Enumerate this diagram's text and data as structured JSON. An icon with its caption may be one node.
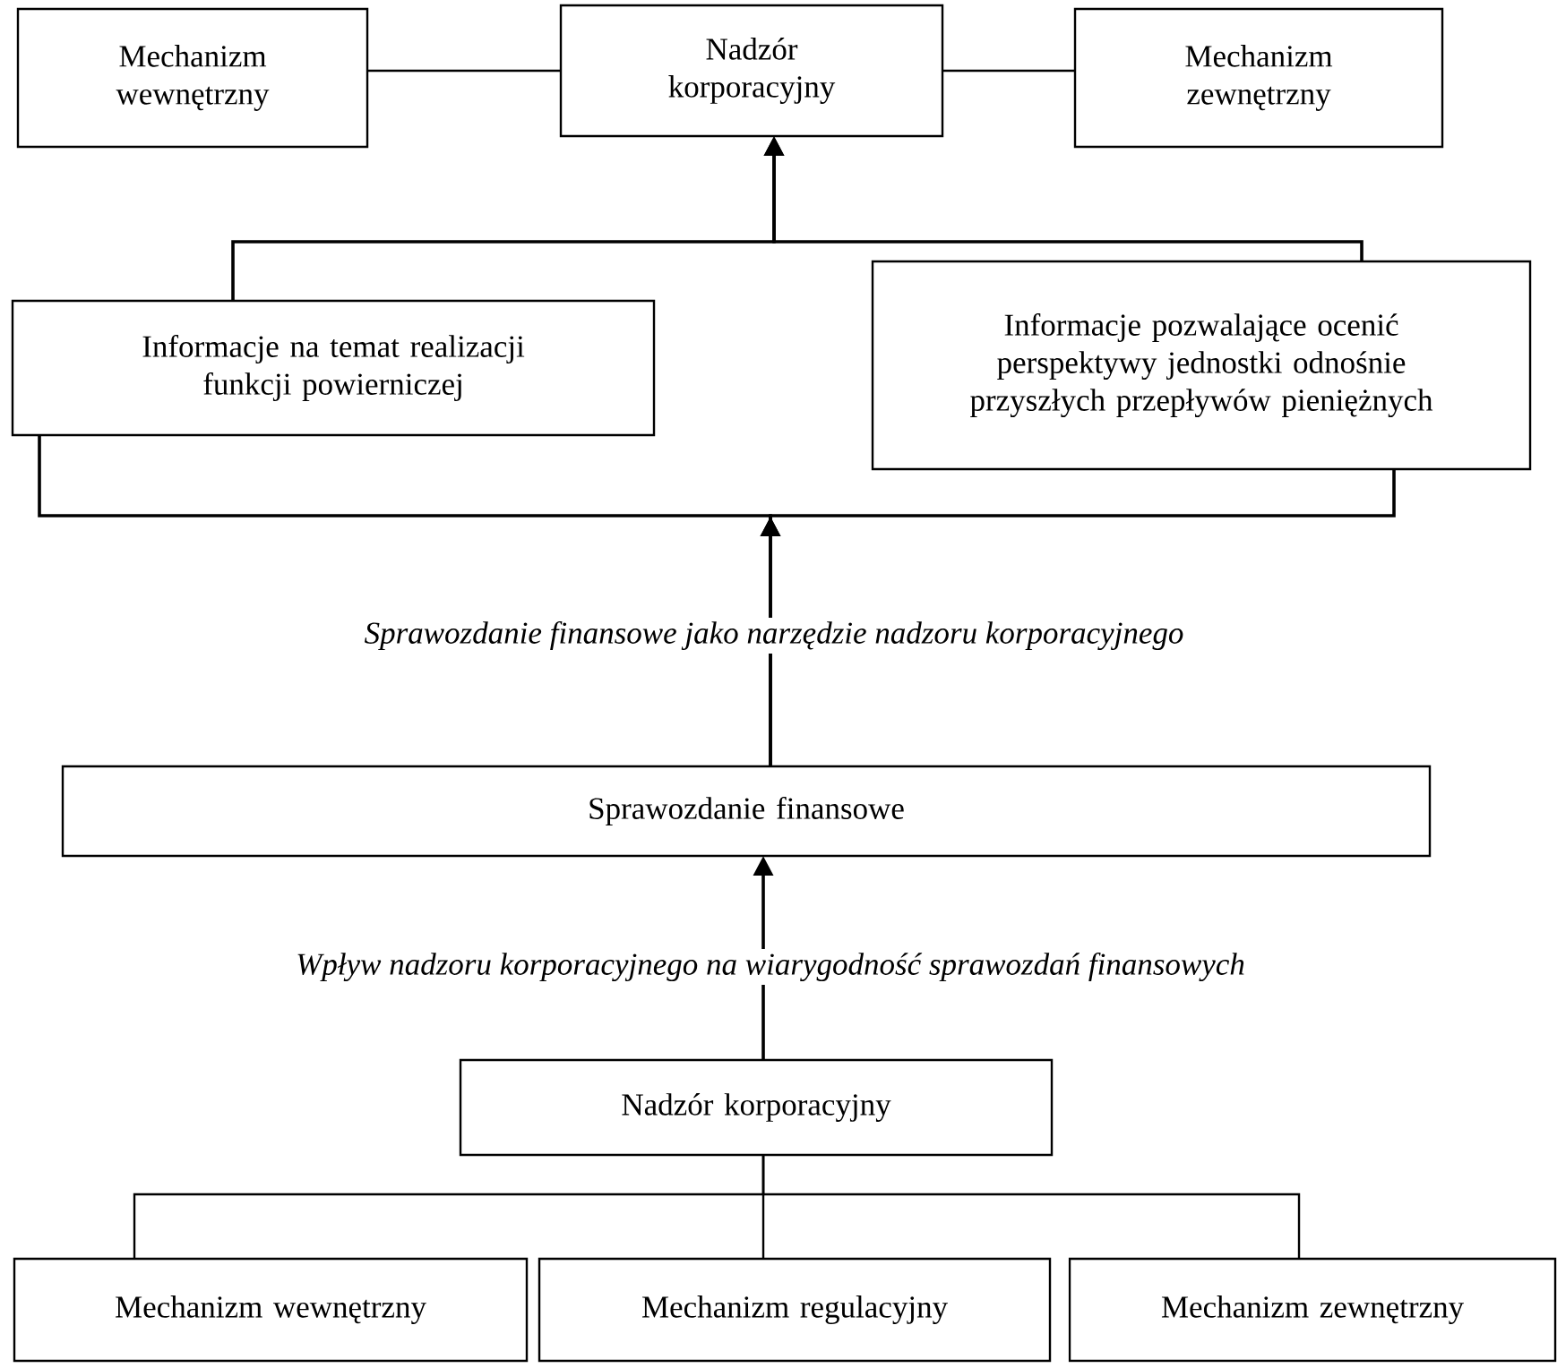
{
  "diagram": {
    "nodes": [
      {
        "text": [
          "Mechanizm wewnętrzny"
        ]
      },
      {
        "text": [
          "Nadzór korporacyjny"
        ]
      },
      {
        "text": [
          "Mechanizm zewnętrzny"
        ]
      },
      {
        "text": [
          "Informacje na temat realizacji funkcji powierniczej"
        ]
      },
      {
        "text": [
          "Informacje pozwalające ocenić perspektywy jednostki odnośnie przyszłych przepływów pieniężnych"
        ]
      },
      {
        "text": [
          "Sprawozdanie finansowe"
        ]
      },
      {
        "text": [
          "Nadzór korporacyjny"
        ]
      },
      {
        "text": [
          "Mechanizm wewnętrzny"
        ]
      },
      {
        "text": [
          "Mechanizm regulacyjny"
        ]
      },
      {
        "text": [
          "Mechanizm zewnętrzny"
        ]
      }
    ],
    "edges": [
      {
        "from": 1,
        "to": 0,
        "arrow": "none"
      },
      {
        "from": 1,
        "to": 2,
        "arrow": "none"
      },
      {
        "from": 3,
        "to": 1,
        "arrow": "to"
      },
      {
        "from": 4,
        "to": 1,
        "arrow": "to"
      },
      {
        "from": 5,
        "to": 3,
        "arrow": "to",
        "label": "Sprawozdanie finansowe jako narzędzie nadzoru korporacyjnego"
      },
      {
        "from": 5,
        "to": 4,
        "arrow": "to"
      },
      {
        "from": 6,
        "to": 5,
        "arrow": "to",
        "label": "Wpływ nadzoru korporacyjnego na wiarygodność sprawozdań finansowych"
      },
      {
        "from": 6,
        "to": 7,
        "arrow": "none"
      },
      {
        "from": 6,
        "to": 8,
        "arrow": "none"
      },
      {
        "from": 6,
        "to": 9,
        "arrow": "none"
      }
    ]
  }
}
